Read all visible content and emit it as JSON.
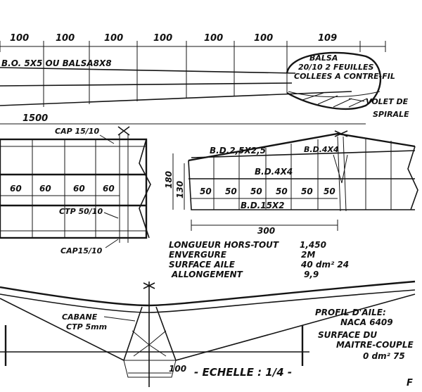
{
  "colors": {
    "ink": "#141414",
    "paper": "#ffffff"
  },
  "wing_plan": {
    "dimensions": [
      "100",
      "100",
      "100",
      "100",
      "100",
      "100",
      "109"
    ],
    "spar_label": "B.O. 5X5 OU BALSA8X8",
    "tip_note": [
      "BALSA",
      "20/10 2 FEUILLES",
      "COLLEES A CONTRE-FIL"
    ],
    "flap_note": [
      "VOLET DE",
      "SPIRALE"
    ],
    "span_dimension": "1500"
  },
  "fuselage_side": {
    "cap_top": "CAP 15/10",
    "spacings": [
      "60",
      "60",
      "60",
      "60"
    ],
    "ctp_label": "CTP 50/10",
    "cap_bottom": "CAP15/10"
  },
  "tail_plan": {
    "top_spar": "B.D.2,5X2,5",
    "upper_spar": "B.D.4X4",
    "mid_spar": "B.D.4X4",
    "spacings": [
      "50",
      "50",
      "50",
      "50",
      "50",
      "50"
    ],
    "lower_spar": "B.D.15X2",
    "height_outer": "180",
    "height_inner": "130",
    "chord_dimension": "300"
  },
  "specs": [
    {
      "label": "LONGUEUR HORS-TOUT",
      "value": "1,450"
    },
    {
      "label": "ENVERGURE",
      "value": "2M"
    },
    {
      "label": "SURFACE AILE",
      "value": "40 dm² 24"
    },
    {
      "label": "ALLONGEMENT",
      "value": "9,9"
    }
  ],
  "front_view": {
    "cabane_label": "CABANE",
    "cabane_material": "CTP 5mm",
    "bottom_dimension": "100",
    "scale_label": "- ECHELLE : 1/4 -"
  },
  "profile_notes": [
    "PROFIL D'AILE:",
    "NACA 6409",
    "SURFACE DU",
    "MAITRE-COUPLE",
    "0 dm² 75"
  ],
  "signature_mark": "F"
}
